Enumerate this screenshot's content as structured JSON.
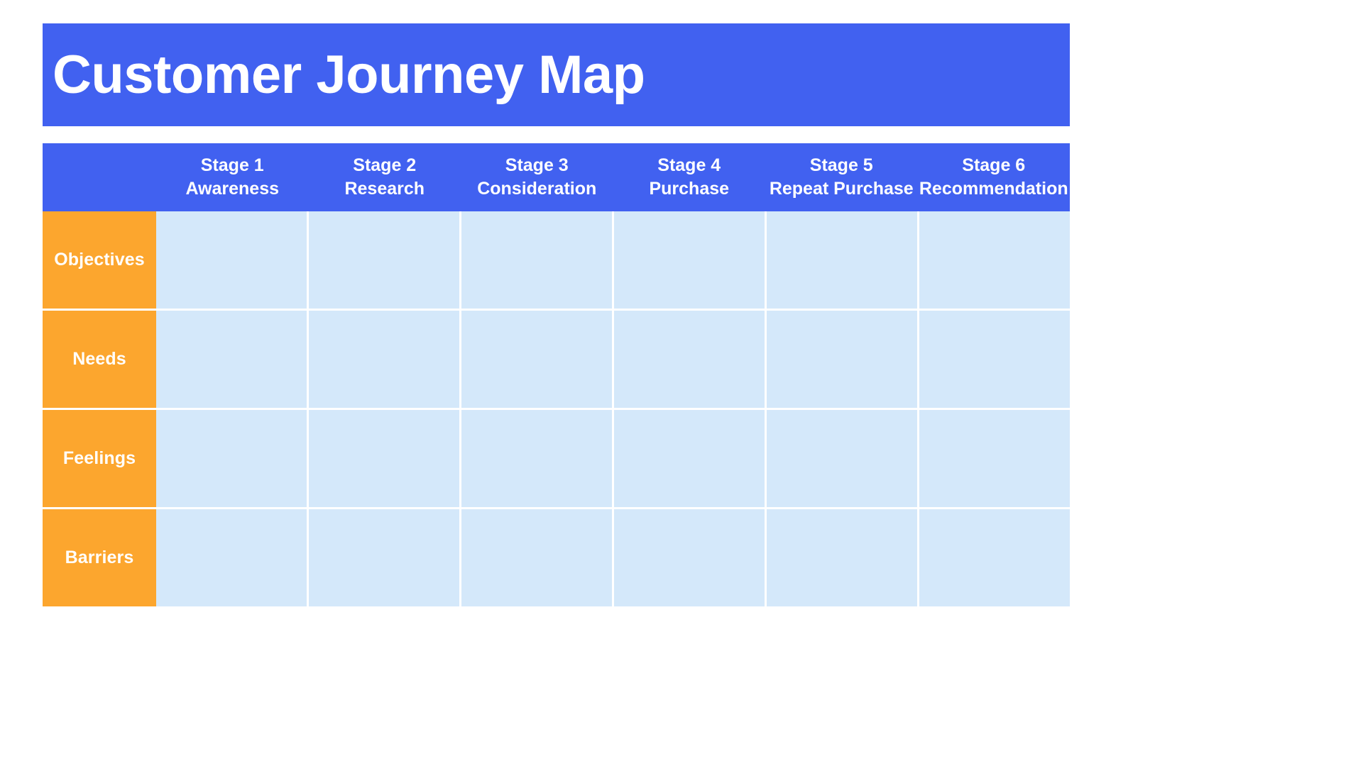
{
  "page": {
    "title": "Customer Journey Map",
    "background": "#FFFFFF"
  },
  "colors": {
    "brand_blue": "#4161F0",
    "accent_orange": "#FCA62E",
    "cell_blue": "#D4E8FA",
    "text_on_color": "#FFFFFF",
    "gridline": "#FFFFFF"
  },
  "header": {
    "corner_label": "",
    "stages": [
      {
        "number": "Stage 1",
        "name": "Awareness"
      },
      {
        "number": "Stage 2",
        "name": "Research"
      },
      {
        "number": "Stage 3",
        "name": "Consideration"
      },
      {
        "number": "Stage 4",
        "name": "Purchase"
      },
      {
        "number": "Stage 5",
        "name": "Repeat Purchase"
      },
      {
        "number": "Stage 6",
        "name": "Recommendation"
      }
    ]
  },
  "rows": [
    {
      "label": "Objectives",
      "cells": [
        "",
        "",
        "",
        "",
        "",
        ""
      ]
    },
    {
      "label": "Needs",
      "cells": [
        "",
        "",
        "",
        "",
        "",
        ""
      ]
    },
    {
      "label": "Feelings",
      "cells": [
        "",
        "",
        "",
        "",
        "",
        ""
      ]
    },
    {
      "label": "Barriers",
      "cells": [
        "",
        "",
        "",
        "",
        "",
        ""
      ]
    }
  ]
}
